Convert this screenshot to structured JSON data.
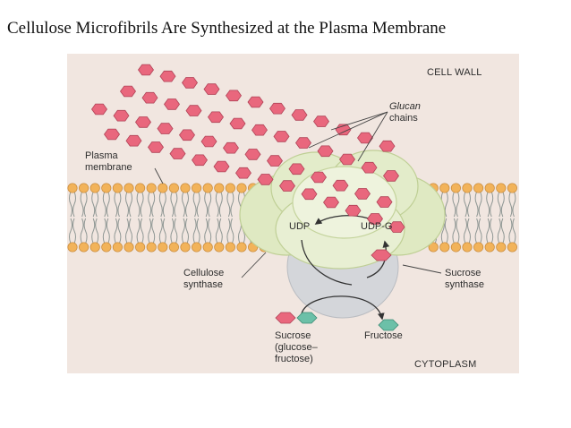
{
  "slide": {
    "title": "Cellulose Microfibrils Are Synthesized at the Plasma Membrane"
  },
  "diagram": {
    "cell_wall": "CELL WALL",
    "cytoplasm": "CYTOPLASM",
    "glucan_chains": [
      "Glucan",
      "chains"
    ],
    "plasma_membrane": [
      "Plasma",
      "membrane"
    ],
    "cellulose_synthase": [
      "Cellulose",
      "synthase"
    ],
    "sucrose_synthase": [
      "Sucrose",
      "synthase"
    ],
    "udp": "UDP",
    "udp_g": "UDP-G",
    "sucrose": [
      "Sucrose",
      "(glucose–",
      "fructose)"
    ],
    "fructose": "Fructose"
  },
  "colors": {
    "background": "#f1e6e0",
    "glucose": "#e9677d",
    "fructose": "#6cc0a8",
    "synthase": "#dfe9c2",
    "sucrose_synthase": "#d4d6da",
    "lipid_head": "#f2b35a"
  }
}
